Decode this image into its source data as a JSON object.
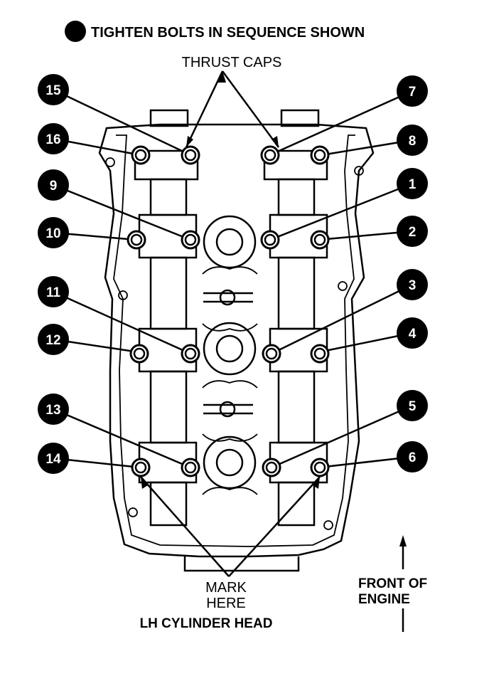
{
  "header": {
    "legend_text": "TIGHTEN BOLTS IN SEQUENCE SHOWN"
  },
  "labels": {
    "thrust_caps": "THRUST CAPS",
    "mark_here_line1": "MARK",
    "mark_here_line2": "HERE",
    "front_line1": "FRONT OF",
    "front_line2": "ENGINE",
    "head_title": "LH CYLINDER HEAD"
  },
  "sequence_numbers": [
    "1",
    "2",
    "3",
    "4",
    "5",
    "6",
    "7",
    "8",
    "9",
    "10",
    "11",
    "12",
    "13",
    "14",
    "15",
    "16"
  ],
  "colors": {
    "ink": "#000000",
    "paper": "#ffffff"
  }
}
